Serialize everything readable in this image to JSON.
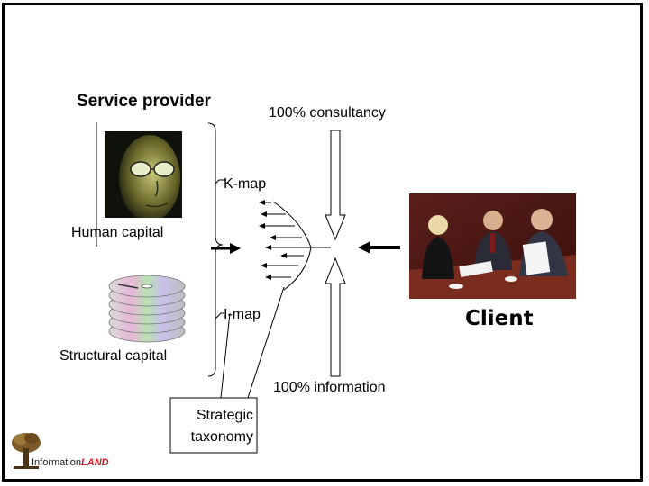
{
  "labels": {
    "service_provider": "Service provider",
    "consultancy": "100% consultancy",
    "kmap": "K-map",
    "human_capital": "Human capital",
    "imap": "I-map",
    "client": "Client",
    "structural_capital": "Structural capital",
    "information": "100% information",
    "taxonomy_line1": "Strategic",
    "taxonomy_line2": "taxonomy"
  },
  "logo": {
    "text_part1": "Information",
    "text_part2": "LAND"
  },
  "colors": {
    "border": "#000000",
    "client_text": "#000000",
    "logo_text": "#1a1a1a",
    "logo_accent": "#c8202a"
  }
}
